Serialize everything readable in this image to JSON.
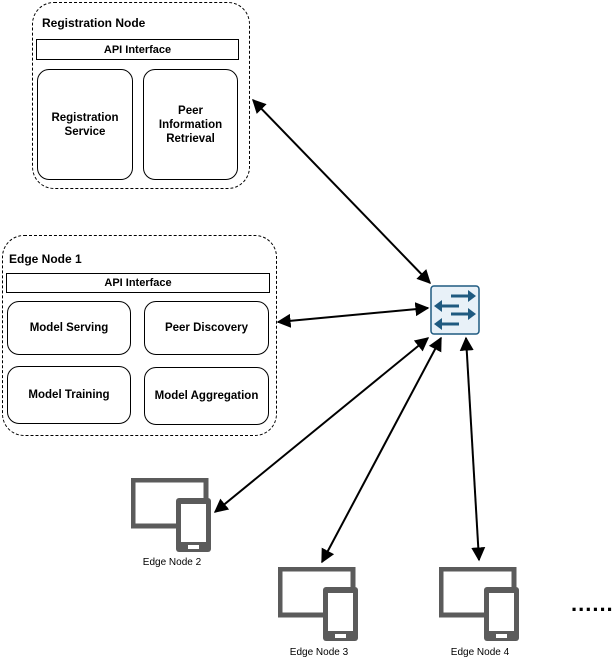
{
  "registration_node": {
    "title": "Registration Node",
    "api_label": "API Interface",
    "services": [
      "Registration\nService",
      "Peer\nInformation\nRetrieval"
    ]
  },
  "edge_node_1": {
    "title": "Edge Node 1",
    "api_label": "API Interface",
    "modules": [
      "Model Serving",
      "Peer Discovery",
      "Model Training",
      "Model Aggregation"
    ]
  },
  "switch": {
    "icon": "network-switch-icon",
    "color": "#1f5a80",
    "fill": "#e8f1f8"
  },
  "devices": [
    {
      "label": "Edge Node 2",
      "icon": "device-icon"
    },
    {
      "label": "Edge Node 3",
      "icon": "device-icon"
    },
    {
      "label": "Edge Node 4",
      "icon": "device-icon"
    }
  ],
  "ellipsis": "......",
  "device_color": "#5b5b5b"
}
